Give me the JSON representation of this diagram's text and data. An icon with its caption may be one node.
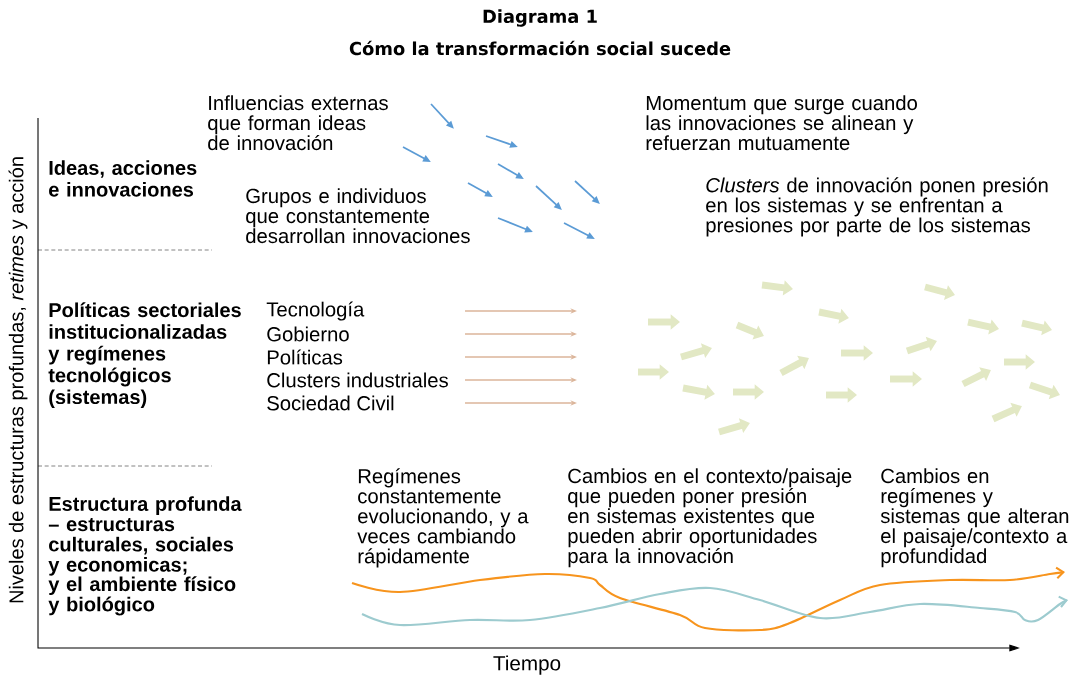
{
  "diagram": {
    "title": "Diagrama 1",
    "labels": [
      "Cómo la transformación social sucede",
      "Influencias externas que forman ideas de innovación",
      "Momentum que surge cuando las innovaciones se alinean y refuerzan mutuamente",
      "Ideas, acciones e innovaciones",
      "Grupos e individuos que constantemente desarrollan innovaciones",
      "*Clusters* de innovación ponen presión en los sistemas y se enfrentan a presiones por parte de los sistemas",
      "Políticas sectoriales institucionalizadas y regímenes tecnológicos (sistemas)",
      "Tecnología",
      "Gobierno",
      "Políticas",
      "Clusters industriales",
      "Sociedad Civil",
      "Estructura profunda – estructuras culturales, sociales y economicas;",
      "y el ambiente físico y biológico",
      "Regímenes constantemente evolucionando, y a veces cambiando rápidamente",
      "Cambios en el contexto/paisaje que pueden poner presión en sistemas existentes que pueden abrir oportunidades para la innovación",
      "Cambios en regímenes y sistemas que alteran el paisaje/contexto a profundidad",
      "Niveles de estructuras profundas, *retimes* y acción",
      "Tiempo"
    ]
  }
}
